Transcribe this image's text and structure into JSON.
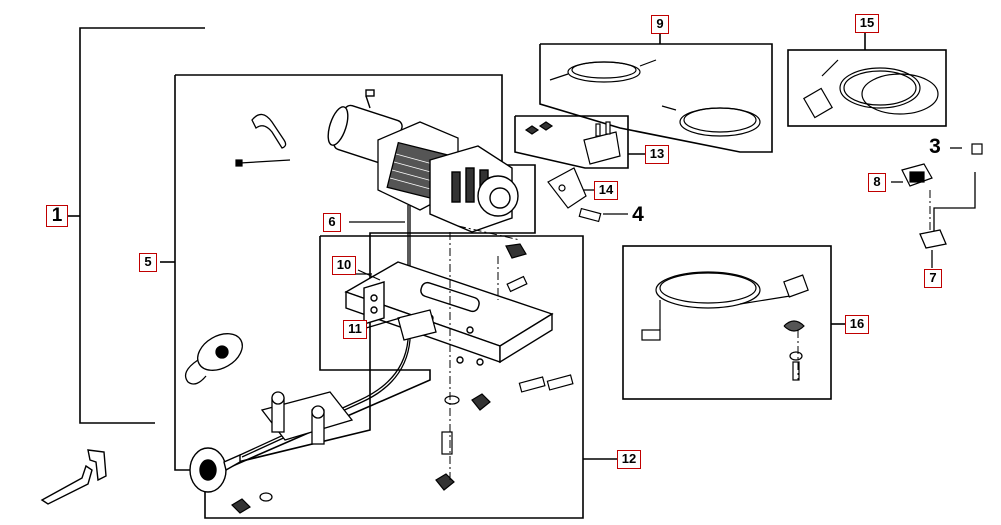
{
  "callouts": {
    "c1": "1",
    "c3": "3",
    "c4": "4",
    "c5": "5",
    "c6": "6",
    "c7": "7",
    "c8": "8",
    "c9": "9",
    "c10": "10",
    "c11": "11",
    "c12": "12",
    "c13": "13",
    "c14": "14",
    "c15": "15",
    "c16": "16"
  },
  "colors": {
    "line": "#000000",
    "callout_border": "#c00000",
    "background": "#ffffff"
  },
  "icons": {
    "front_indicator": "front-direction-icon"
  }
}
